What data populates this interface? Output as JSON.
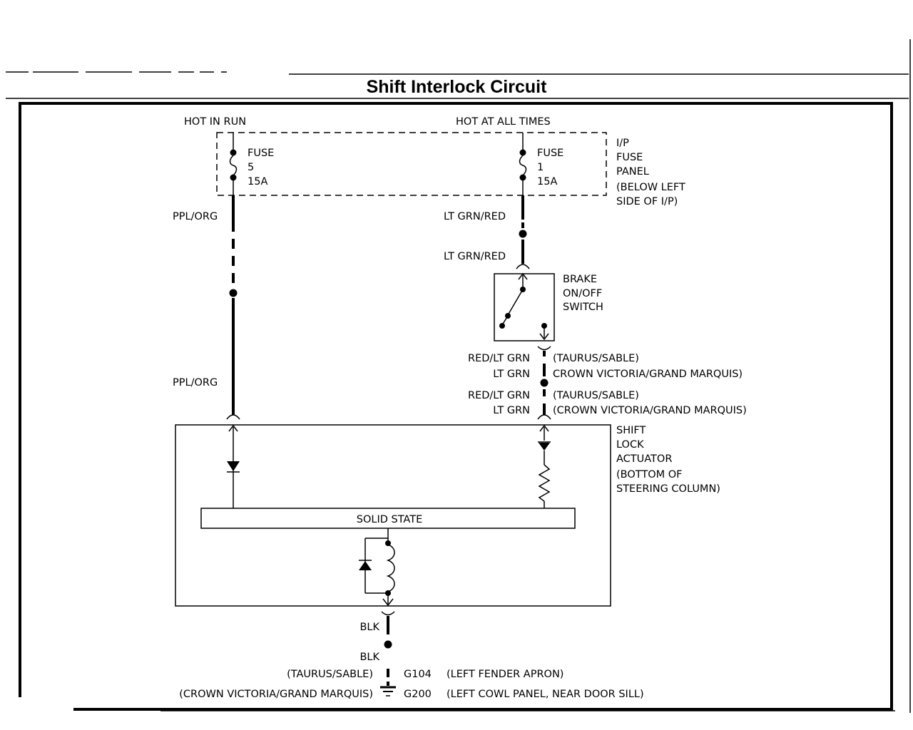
{
  "title": "Shift Interlock Circuit",
  "power": {
    "hot_in_run": "HOT IN RUN",
    "hot_at_all_times": "HOT AT ALL TIMES"
  },
  "fuse_panel": {
    "fuse5": {
      "name": "FUSE",
      "number": "5",
      "rating": "15A"
    },
    "fuse1": {
      "name": "FUSE",
      "number": "1",
      "rating": "15A"
    },
    "label": [
      "I/P",
      "FUSE",
      "PANEL",
      "(BELOW LEFT",
      "SIDE OF I/P)"
    ]
  },
  "wires": {
    "ppl_org_top": "PPL/ORG",
    "ppl_org_bottom": "PPL/ORG",
    "lt_grn_red_top": "LT GRN/RED",
    "lt_grn_red_bottom": "LT GRN/RED",
    "red_lt_grn_1": "RED/LT GRN",
    "lt_grn_1": "LT GRN",
    "taurus_1": "(TAURUS/SABLE)",
    "crown_1": "CROWN VICTORIA/GRAND MARQUIS)",
    "red_lt_grn_2": "RED/LT GRN",
    "lt_grn_2": "LT GRN",
    "taurus_2": "(TAURUS/SABLE)",
    "crown_2": "(CROWN VICTORIA/GRAND MARQUIS)",
    "blk_top": "BLK",
    "blk_bottom": "BLK"
  },
  "brake_switch": {
    "label": [
      "BRAKE",
      "ON/OFF",
      "SWITCH"
    ]
  },
  "actuator": {
    "label": [
      "SHIFT",
      "LOCK",
      "ACTUATOR",
      "(BOTTOM OF",
      "STEERING COLUMN)"
    ],
    "solid_state": "SOLID STATE"
  },
  "grounds": {
    "taurus": "(TAURUS/SABLE)",
    "g104": "G104",
    "g104_loc": "(LEFT FENDER APRON)",
    "crown": "(CROWN VICTORIA/GRAND MARQUIS)",
    "g200": "G200",
    "g200_loc": "(LEFT COWL PANEL, NEAR DOOR SILL)"
  }
}
